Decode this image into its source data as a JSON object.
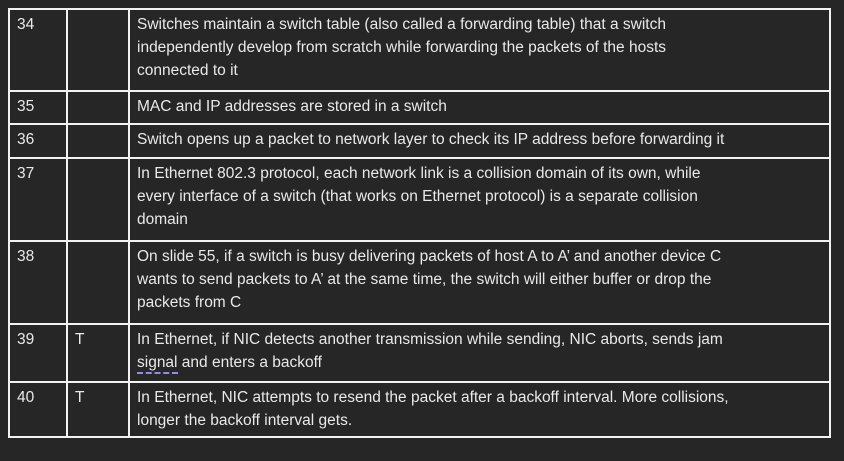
{
  "page": {
    "background_color": "#262626"
  },
  "table": {
    "border_color": "#f2f2f2",
    "text_color": "#e9e9e9",
    "spellcheck_underline_color": "#8f8ce8",
    "columns": [
      "question-number",
      "answer",
      "statement"
    ],
    "rows": [
      {
        "number": "34",
        "answer": "",
        "statement": "Switches maintain a switch table (also called a forwarding table) that a switch\nindependently develop from scratch while forwarding the packets of the hosts\nconnected to it"
      },
      {
        "number": "35",
        "answer": "",
        "statement": "MAC and IP addresses are stored in a switch"
      },
      {
        "number": "36",
        "answer": "",
        "statement": "Switch opens up a packet to network layer to check its IP address before forwarding it"
      },
      {
        "number": "37",
        "answer": "",
        "statement": "In Ethernet 802.3 protocol, each network link is a collision domain of its own, while\nevery interface of a switch (that works on Ethernet protocol) is a separate collision\ndomain"
      },
      {
        "number": "38",
        "answer": "",
        "statement": "On slide 55, if a switch is busy delivering packets of host A to A’ and another device C\nwants to send packets to A’ at the same time, the switch will either buffer or drop the\npackets from C"
      },
      {
        "number": "39",
        "answer": "T",
        "statement": "In Ethernet, if NIC detects another transmission while sending, NIC aborts, sends jam\nsignal and enters a backoff",
        "misspelled_word": "signal"
      },
      {
        "number": "40",
        "answer": "T",
        "statement": "In Ethernet, NIC attempts to resend the packet after a backoff interval. More collisions,\nlonger the backoff interval gets."
      }
    ]
  }
}
